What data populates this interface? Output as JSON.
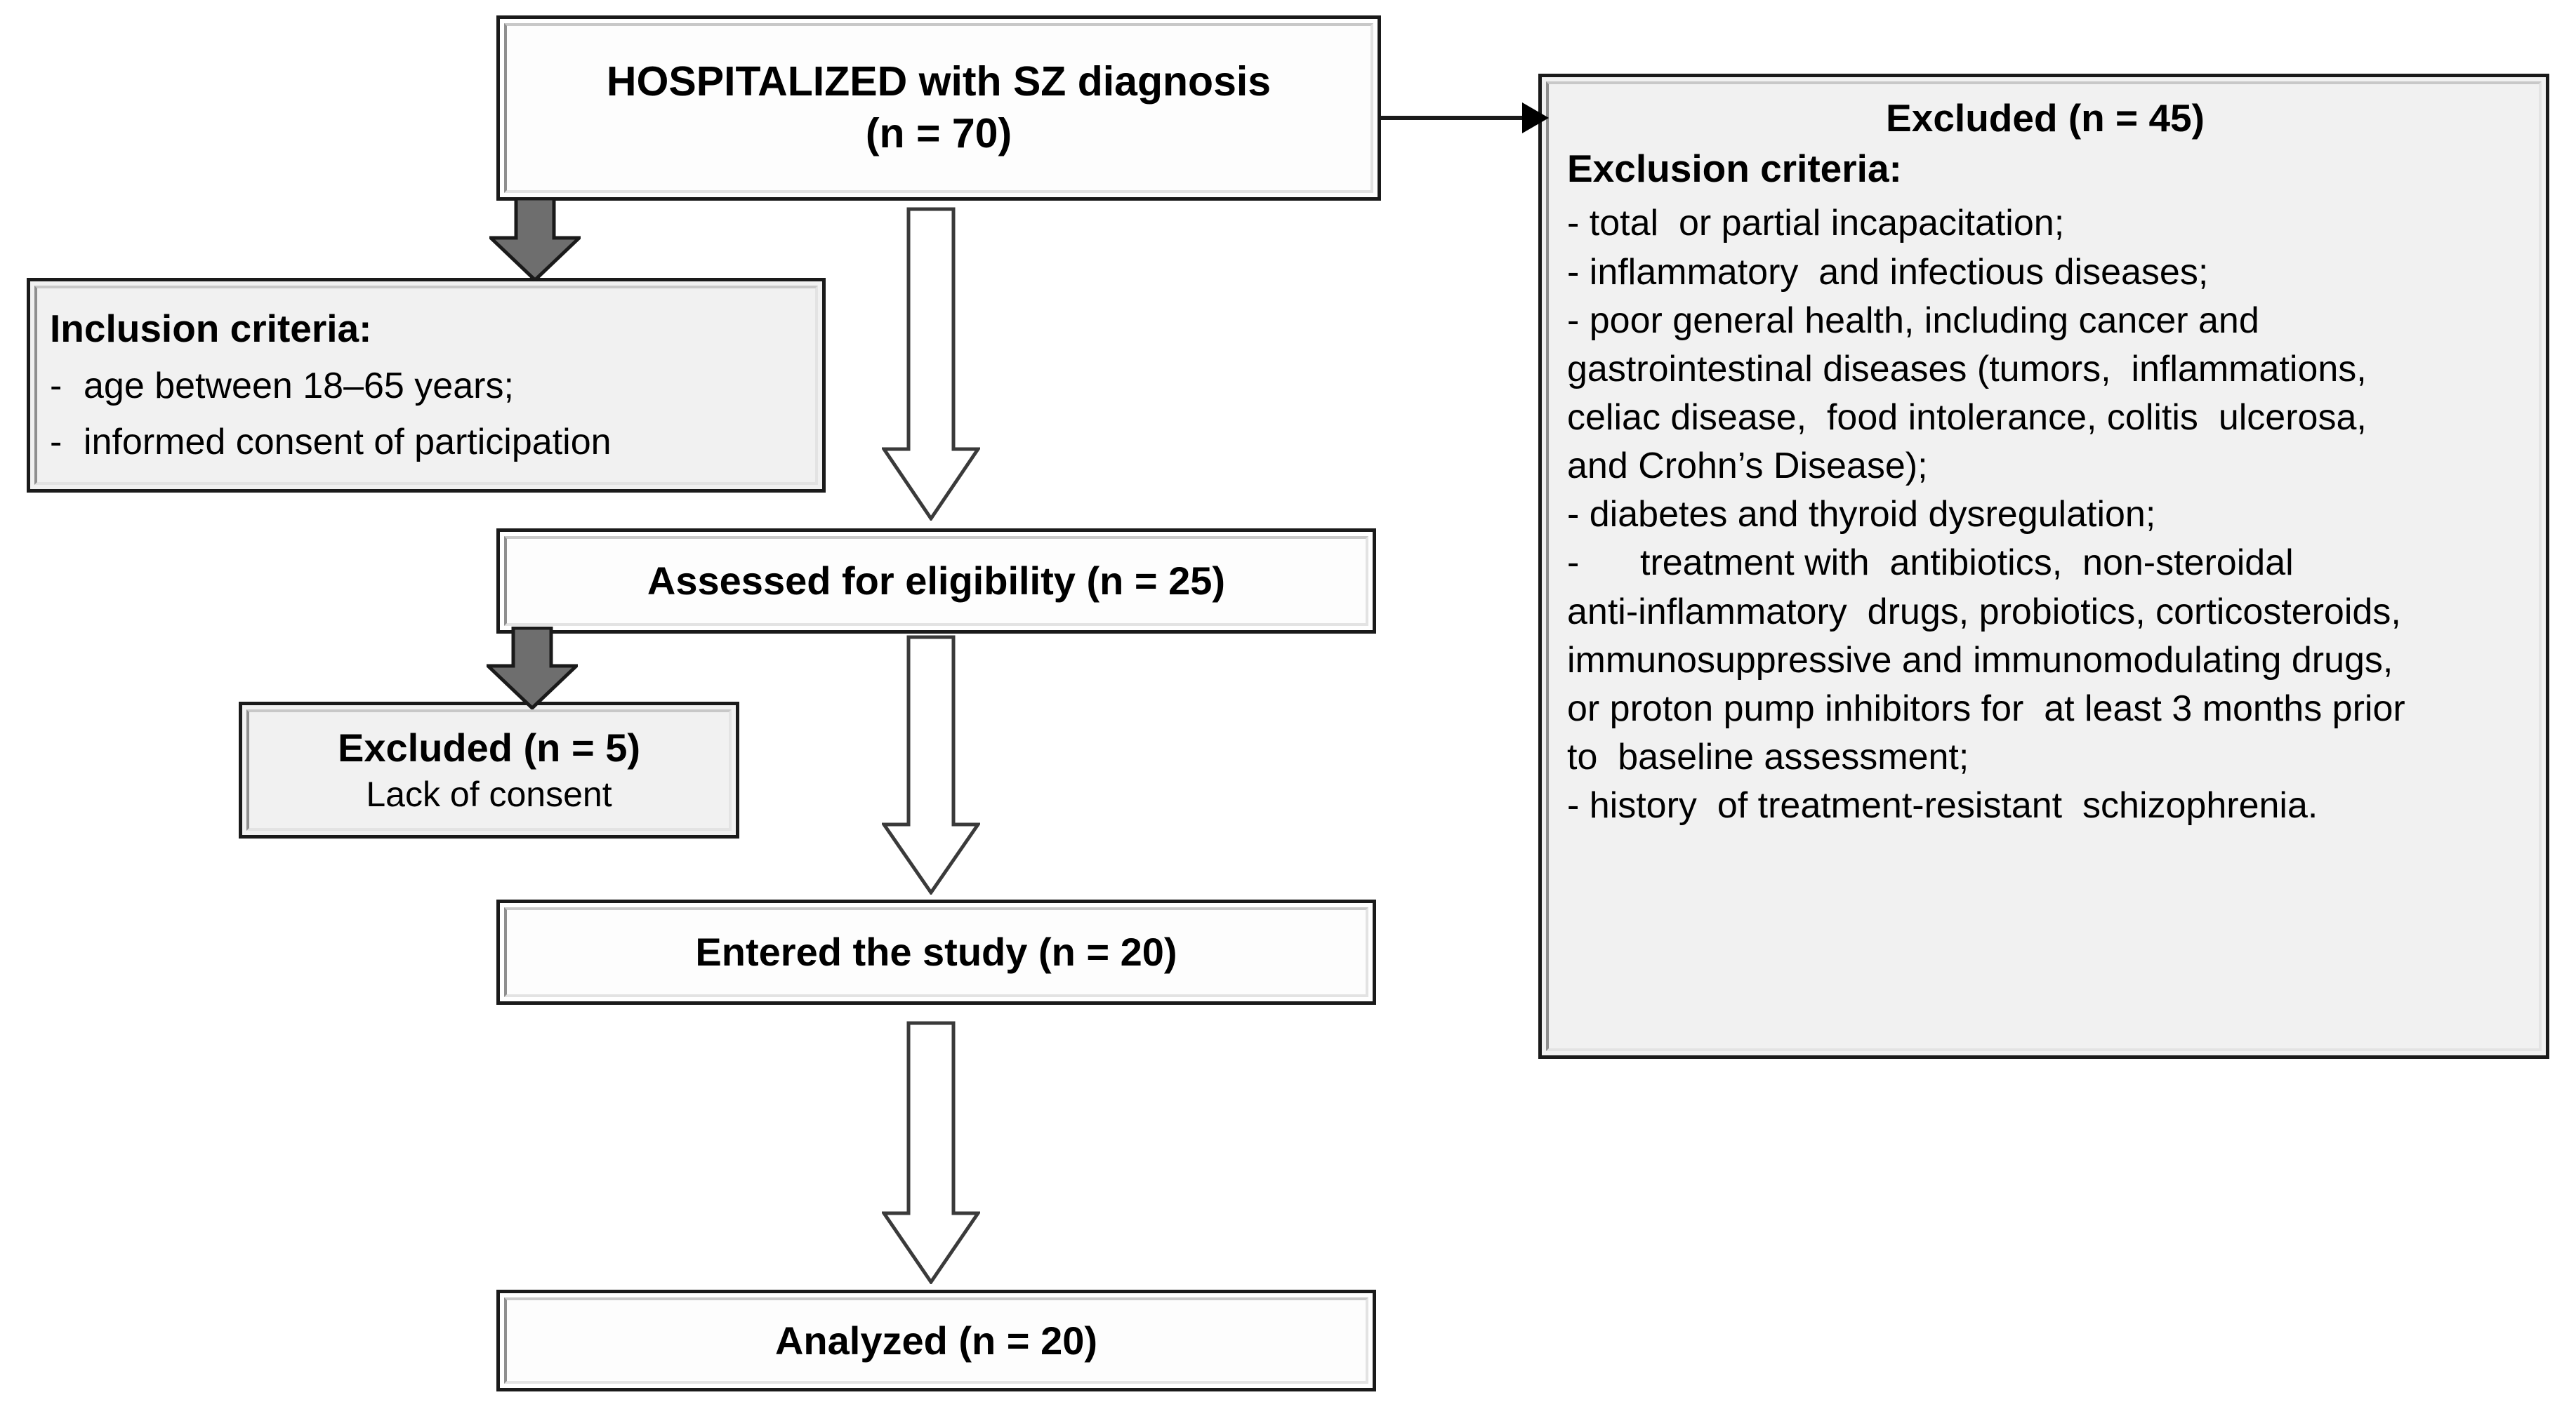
{
  "diagram": {
    "type": "study-flow-diagram",
    "title": "Participant flow diagram"
  },
  "boxes": {
    "hospitalized": {
      "name": "hospitalized-box",
      "line1": "HOSPITALIZED with SZ diagnosis",
      "line2": "(n = 70)",
      "count": 70
    },
    "excluded_45": {
      "name": "excluded-45-box",
      "header": "Excluded (n = 45)",
      "count": 45,
      "subheader": "Exclusion criteria:",
      "criteria": [
        "- total  or partial incapacitation;",
        "- inflammatory  and infectious diseases;",
        "- poor general health, including cancer and\ngastrointestinal diseases (tumors,  inflammations,\nceliac disease,  food intolerance, colitis  ulcerosa,\nand Crohn’s Disease);",
        "- diabetes and thyroid dysregulation;",
        "-      treatment with  antibiotics,  non-steroidal\nanti-inflammatory  drugs, probiotics, corticosteroids,\nimmunosuppressive and immunomodulating drugs,\nor proton pump inhibitors for  at least 3 months prior\nto  baseline assessment;",
        "- history  of treatment-resistant  schizophrenia."
      ]
    },
    "inclusion": {
      "name": "inclusion-criteria-box",
      "title": "Inclusion criteria:",
      "items": [
        "age between 18–65 years;",
        "informed consent of participation"
      ],
      "bullet": "-"
    },
    "assessed": {
      "name": "assessed-for-eligibility-box",
      "label": "Assessed for eligibility  (n = 25)",
      "count": 25
    },
    "excluded_5": {
      "name": "excluded-5-box",
      "line1": "Excluded (n = 5)",
      "line2": "Lack of consent",
      "count": 5
    },
    "entered": {
      "name": "entered-the-study-box",
      "label": "Entered the study (n = 20)",
      "count": 20
    },
    "analyzed": {
      "name": "analyzed-box",
      "label": "Analyzed (n = 20)",
      "count": 20
    }
  },
  "arrows": [
    {
      "name": "arrow-hospitalized-to-inclusion",
      "style": "solid-gray-down",
      "from": "hospitalized",
      "to": "inclusion"
    },
    {
      "name": "arrow-hospitalized-to-assessed",
      "style": "hollow-outline-down",
      "from": "hospitalized",
      "to": "assessed"
    },
    {
      "name": "arrow-hospitalized-to-excluded-45",
      "style": "thin-line-right",
      "from": "hospitalized",
      "to": "excluded_45"
    },
    {
      "name": "arrow-assessed-to-excluded-5",
      "style": "solid-gray-down",
      "from": "assessed",
      "to": "excluded_5"
    },
    {
      "name": "arrow-assessed-to-entered",
      "style": "hollow-outline-down",
      "from": "assessed",
      "to": "entered"
    },
    {
      "name": "arrow-entered-to-analyzed",
      "style": "hollow-outline-down",
      "from": "entered",
      "to": "analyzed"
    }
  ],
  "colors": {
    "box_border": "#1a1a1a",
    "box_inner_border": "#d0d0d0",
    "box_fill_white": "#ffffff",
    "box_fill_shaded": "#f1f1f1",
    "arrow_gray": "#6e6e6e",
    "arrow_outline": "#3a3a3a",
    "text": "#000000",
    "background": "#ffffff"
  }
}
